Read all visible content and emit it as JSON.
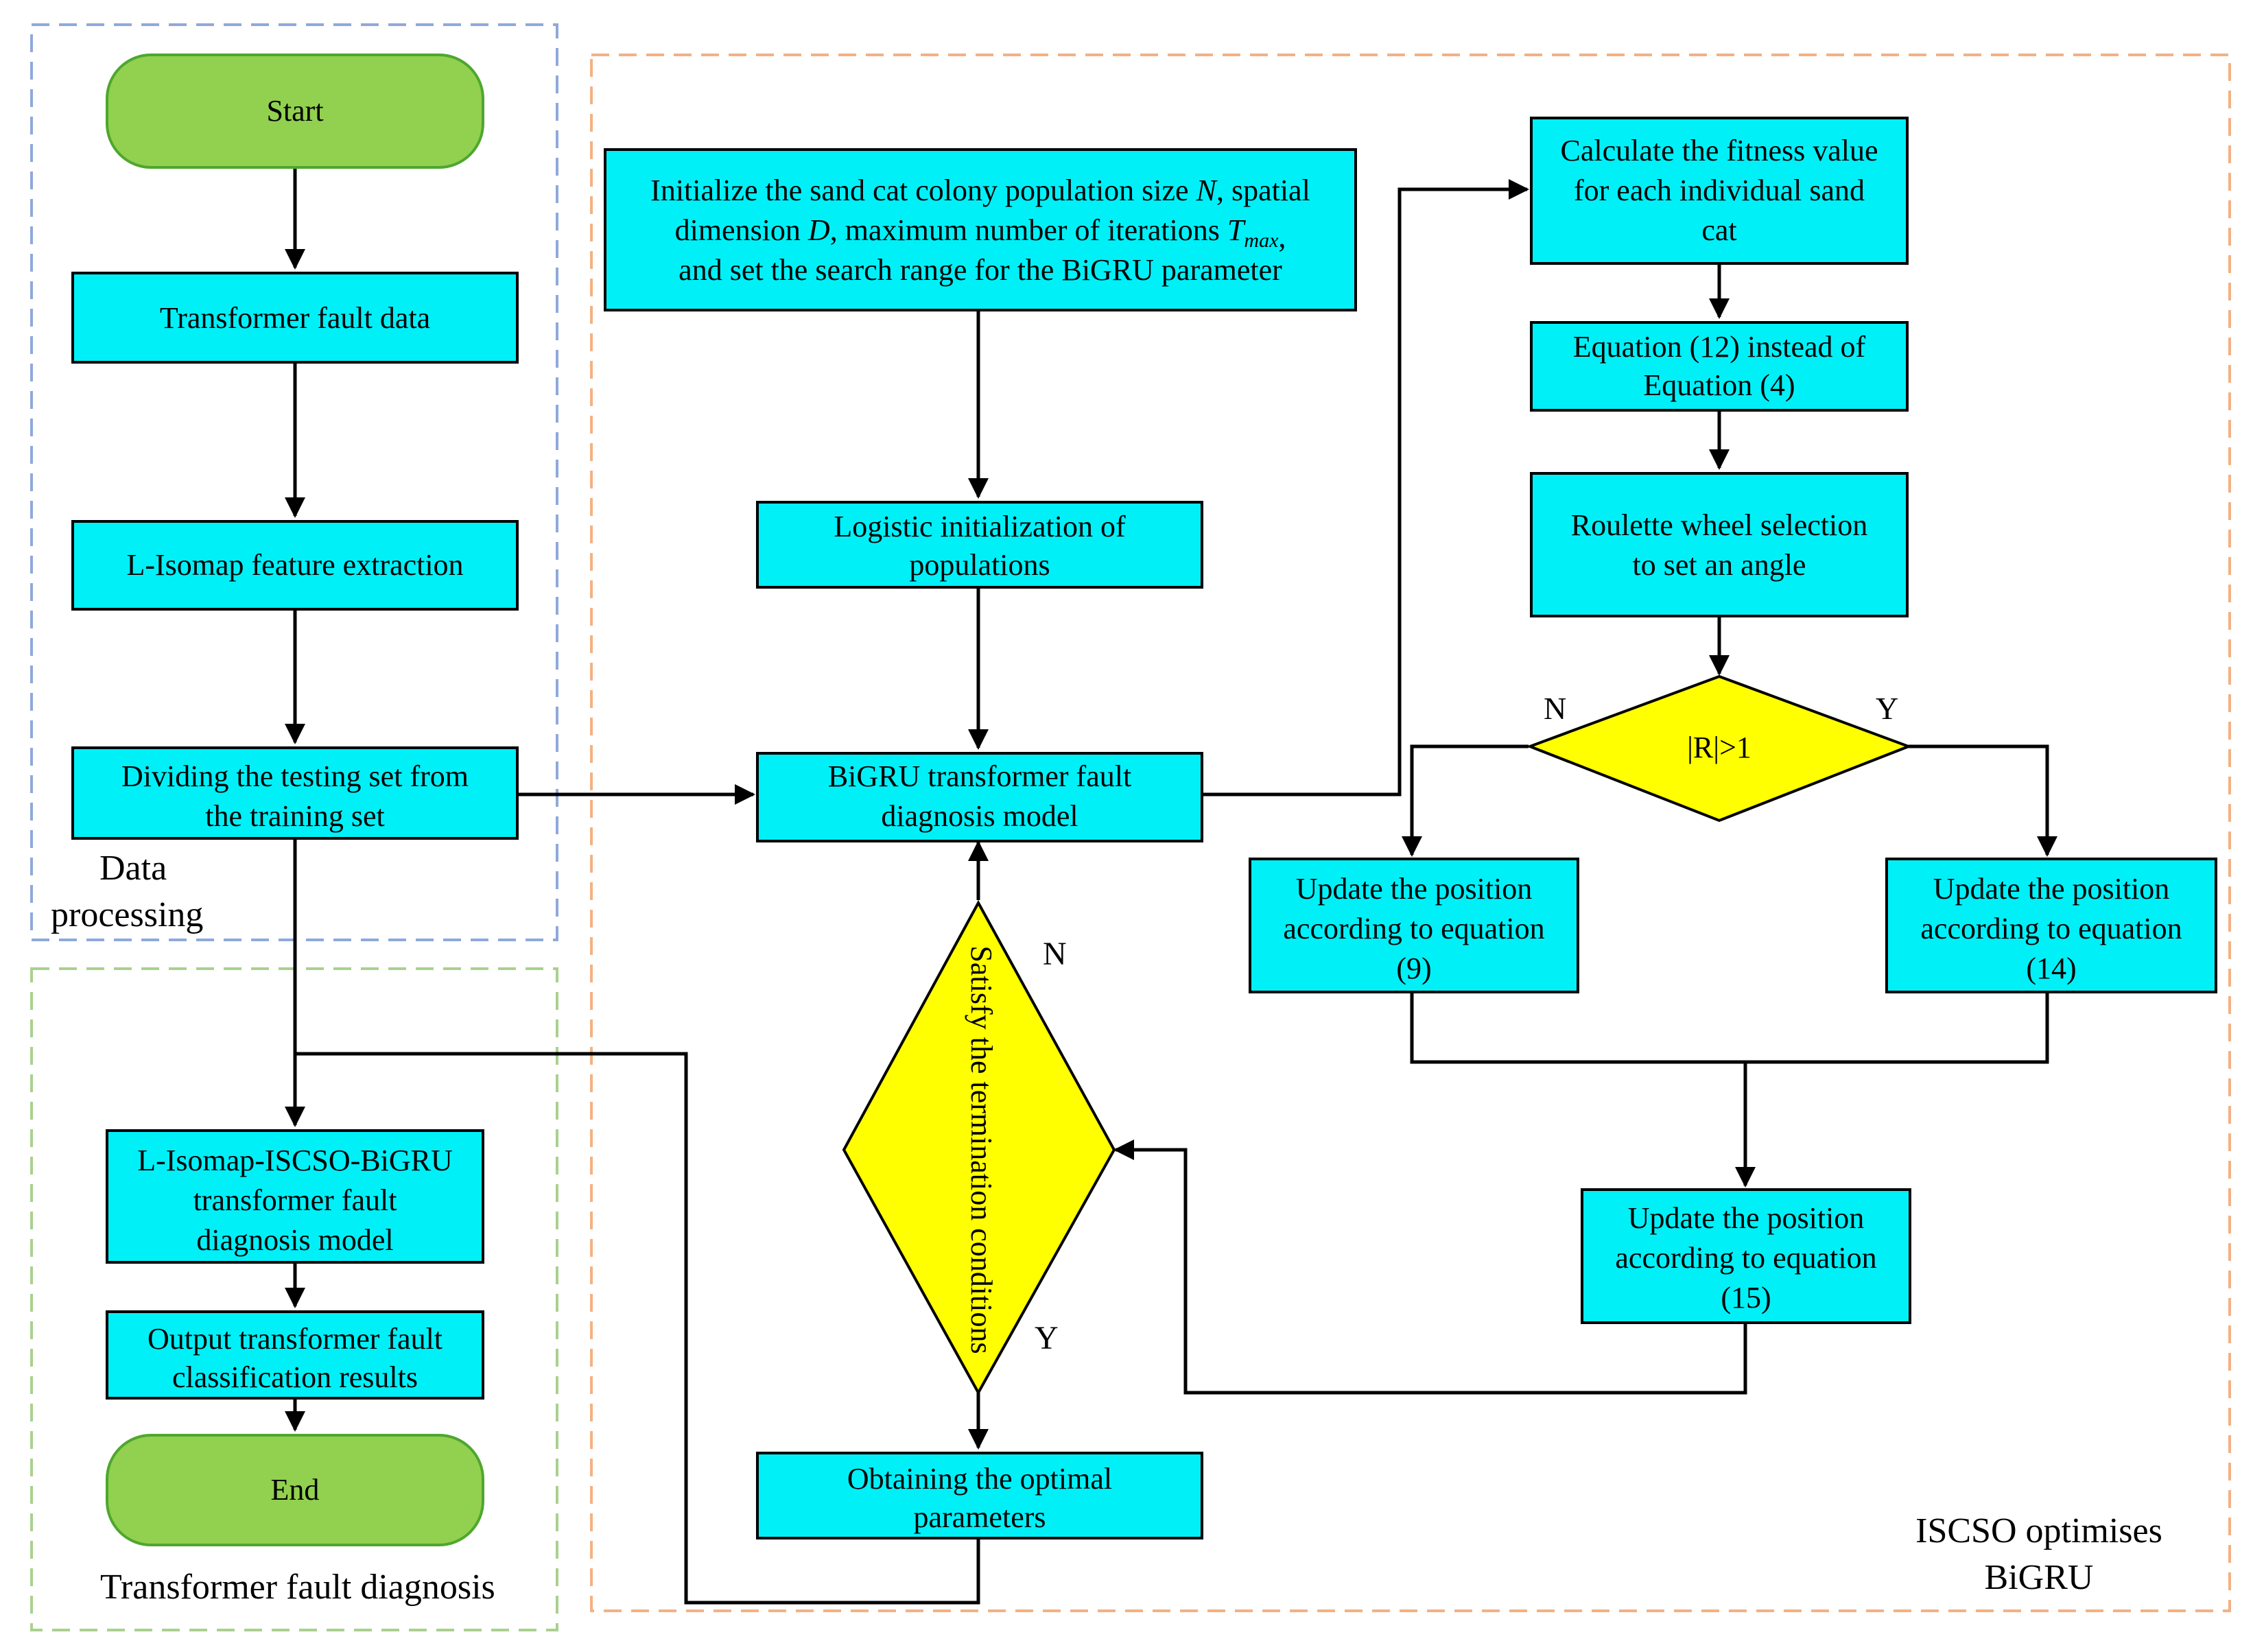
{
  "colors": {
    "process_fill": "#00f0f8",
    "terminal_fill": "#92d050",
    "terminal_stroke": "#4ea72e",
    "decision_fill": "#ffff00",
    "blue_group": "#8ea9db",
    "green_group": "#a9d18e",
    "orange_group": "#f4b183",
    "stroke": "#000000"
  },
  "groups": {
    "data_processing": [
      "Data",
      "processing"
    ],
    "transformer_fault_diagnosis": "Transformer fault diagnosis",
    "iscso_optimises": [
      "ISCSO optimises",
      "BiGRU"
    ]
  },
  "nodes": {
    "start": "Start",
    "fault_data": "Transformer fault data",
    "feature_extraction": "L-Isomap feature extraction",
    "dividing": [
      "Dividing the testing set from",
      "the training set"
    ],
    "diagnosis_model": [
      "L-Isomap-ISCSO-BiGRU",
      "transformer fault",
      "diagnosis model"
    ],
    "output_results": [
      "Output transformer fault",
      "classification results"
    ],
    "end": "End",
    "initialize": {
      "line1": "Initialize the sand cat colony population size N, spatial",
      "line2": "dimension D, maximum number of iterations T_max,",
      "line3": "and set the search range for the BiGRU parameter"
    },
    "logistic_init": [
      "Logistic initialization of",
      "populations"
    ],
    "bigru_model": [
      "BiGRU transformer fault",
      "diagnosis model"
    ],
    "termination": "Satisfy the termination conditions",
    "optimal_params": [
      "Obtaining the optimal",
      "parameters"
    ],
    "fitness": [
      "Calculate the fitness value",
      "for each individual sand",
      "cat"
    ],
    "equation_12": [
      "Equation (12) instead of",
      "Equation (4)"
    ],
    "roulette": [
      "Roulette wheel selection",
      "to set an angle"
    ],
    "r_decision": "|R|>1",
    "update_9": [
      "Update the position",
      "according to equation",
      "(9)"
    ],
    "update_14": [
      "Update the position",
      "according to equation",
      "(14)"
    ],
    "update_15": [
      "Update the position",
      "according to equation",
      "(15)"
    ]
  },
  "edge_labels": {
    "r_no": "N",
    "r_yes": "Y",
    "term_no": "N",
    "term_yes": "Y"
  }
}
